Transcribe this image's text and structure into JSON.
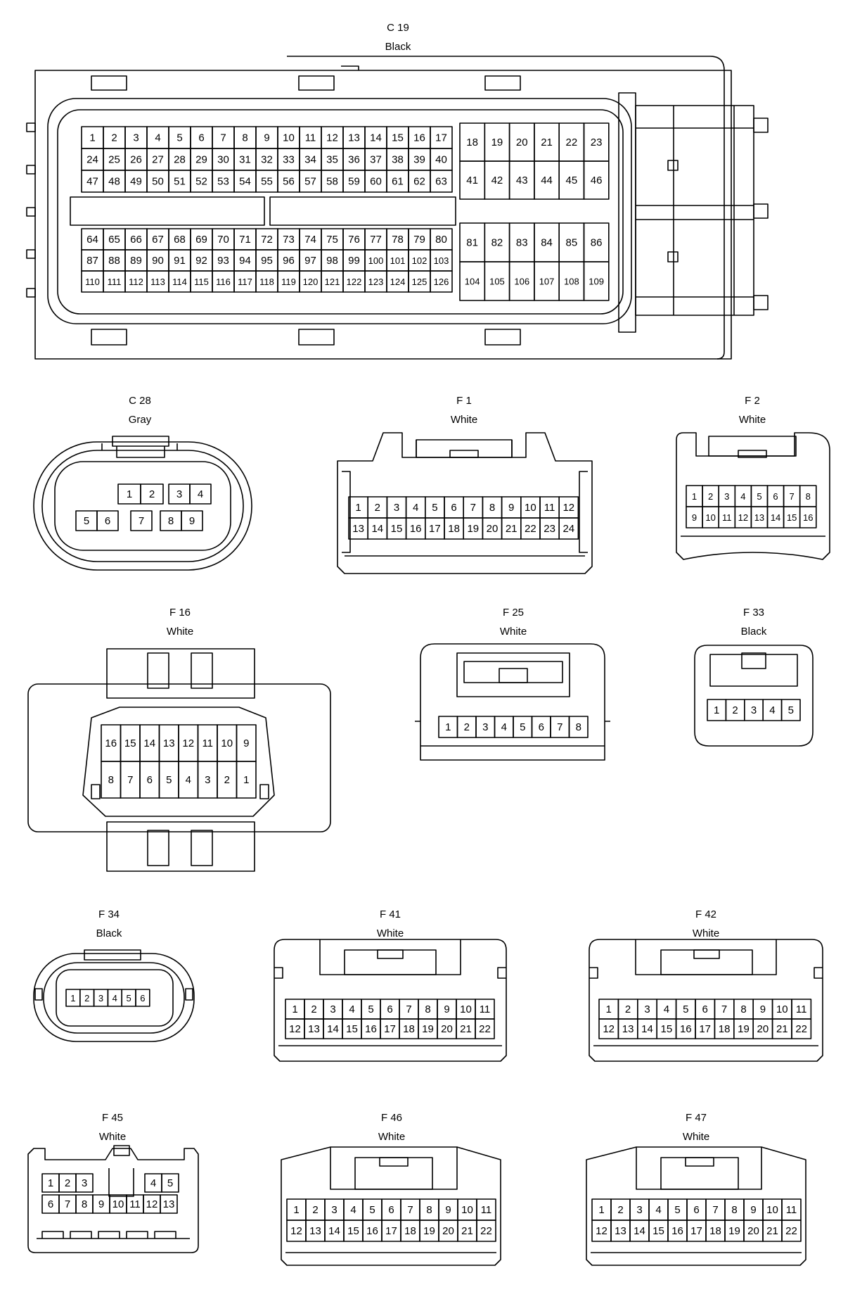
{
  "connectors": [
    {
      "id": "c19",
      "name": "C 19",
      "color": "Black",
      "groups": [
        {
          "rows": [
            [
              1,
              2,
              3,
              4,
              5,
              6,
              7,
              8,
              9,
              10,
              11,
              12,
              13,
              14,
              15,
              16,
              17
            ],
            [
              24,
              25,
              26,
              27,
              28,
              29,
              30,
              31,
              32,
              33,
              34,
              35,
              36,
              37,
              38,
              39,
              40
            ],
            [
              47,
              48,
              49,
              50,
              51,
              52,
              53,
              54,
              55,
              56,
              57,
              58,
              59,
              60,
              61,
              62,
              63
            ]
          ]
        },
        {
          "rows": [
            [
              18,
              19,
              20,
              21,
              22,
              23
            ],
            [
              41,
              42,
              43,
              44,
              45,
              46
            ]
          ]
        },
        {
          "rows": [
            [
              64,
              65,
              66,
              67,
              68,
              69,
              70,
              71,
              72,
              73,
              74,
              75,
              76,
              77,
              78,
              79,
              80
            ],
            [
              87,
              88,
              89,
              90,
              91,
              92,
              93,
              94,
              95,
              96,
              97,
              98,
              99,
              100,
              101,
              102,
              103
            ],
            [
              110,
              111,
              112,
              113,
              114,
              115,
              116,
              117,
              118,
              119,
              120,
              121,
              122,
              123,
              124,
              125,
              126
            ]
          ]
        },
        {
          "rows": [
            [
              81,
              82,
              83,
              84,
              85,
              86
            ],
            [
              104,
              105,
              106,
              107,
              108,
              109
            ]
          ]
        }
      ]
    },
    {
      "id": "c28",
      "name": "C 28",
      "color": "Gray",
      "groups": [
        {
          "rows": [
            [
              1,
              2
            ]
          ]
        },
        {
          "rows": [
            [
              3,
              4
            ]
          ]
        },
        {
          "rows": [
            [
              5,
              6
            ]
          ]
        },
        {
          "rows": [
            [
              7
            ]
          ]
        },
        {
          "rows": [
            [
              8,
              9
            ]
          ]
        }
      ]
    },
    {
      "id": "f1",
      "name": "F 1",
      "color": "White",
      "groups": [
        {
          "rows": [
            [
              1,
              2,
              3,
              4,
              5,
              6,
              7,
              8,
              9,
              10,
              11,
              12
            ],
            [
              13,
              14,
              15,
              16,
              17,
              18,
              19,
              20,
              21,
              22,
              23,
              24
            ]
          ]
        }
      ]
    },
    {
      "id": "f2",
      "name": "F 2",
      "color": "White",
      "groups": [
        {
          "rows": [
            [
              1,
              2,
              3,
              4,
              5,
              6,
              7,
              8
            ],
            [
              9,
              10,
              11,
              12,
              13,
              14,
              15,
              16
            ]
          ]
        }
      ]
    },
    {
      "id": "f16",
      "name": "F 16",
      "color": "White",
      "groups": [
        {
          "rows": [
            [
              16,
              15,
              14,
              13,
              12,
              11,
              10,
              9
            ],
            [
              8,
              7,
              6,
              5,
              4,
              3,
              2,
              1
            ]
          ]
        }
      ]
    },
    {
      "id": "f25",
      "name": "F 25",
      "color": "White",
      "groups": [
        {
          "rows": [
            [
              1,
              2,
              3,
              4,
              5,
              6,
              7,
              8
            ]
          ]
        }
      ]
    },
    {
      "id": "f33",
      "name": "F 33",
      "color": "Black",
      "groups": [
        {
          "rows": [
            [
              1,
              2,
              3,
              4,
              5
            ]
          ]
        }
      ]
    },
    {
      "id": "f34",
      "name": "F 34",
      "color": "Black",
      "groups": [
        {
          "rows": [
            [
              1,
              2,
              3,
              4,
              5,
              6
            ]
          ]
        }
      ]
    },
    {
      "id": "f41",
      "name": "F 41",
      "color": "White",
      "groups": [
        {
          "rows": [
            [
              1,
              2,
              3,
              4,
              5,
              6,
              7,
              8,
              9,
              10,
              11
            ],
            [
              12,
              13,
              14,
              15,
              16,
              17,
              18,
              19,
              20,
              21,
              22
            ]
          ]
        }
      ]
    },
    {
      "id": "f42",
      "name": "F 42",
      "color": "White",
      "groups": [
        {
          "rows": [
            [
              1,
              2,
              3,
              4,
              5,
              6,
              7,
              8,
              9,
              10,
              11
            ],
            [
              12,
              13,
              14,
              15,
              16,
              17,
              18,
              19,
              20,
              21,
              22
            ]
          ]
        }
      ]
    },
    {
      "id": "f45",
      "name": "F 45",
      "color": "White",
      "groups": [
        {
          "rows": [
            [
              1,
              2,
              3
            ]
          ]
        },
        {
          "rows": [
            [
              4,
              5
            ]
          ]
        },
        {
          "rows": [
            [
              6,
              7,
              8,
              9,
              10,
              11,
              12,
              13
            ]
          ]
        }
      ]
    },
    {
      "id": "f46",
      "name": "F 46",
      "color": "White",
      "groups": [
        {
          "rows": [
            [
              1,
              2,
              3,
              4,
              5,
              6,
              7,
              8,
              9,
              10,
              11
            ],
            [
              12,
              13,
              14,
              15,
              16,
              17,
              18,
              19,
              20,
              21,
              22
            ]
          ]
        }
      ]
    },
    {
      "id": "f47",
      "name": "F 47",
      "color": "White",
      "groups": [
        {
          "rows": [
            [
              1,
              2,
              3,
              4,
              5,
              6,
              7,
              8,
              9,
              10,
              11
            ],
            [
              12,
              13,
              14,
              15,
              16,
              17,
              18,
              19,
              20,
              21,
              22
            ]
          ]
        }
      ]
    }
  ]
}
